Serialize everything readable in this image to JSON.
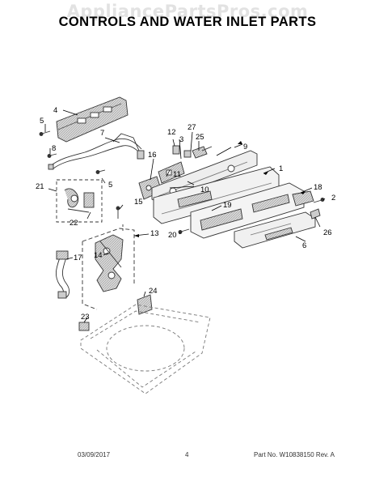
{
  "watermark": "AppliancePartsPros.com",
  "title": "CONTROLS AND WATER INLET PARTS",
  "footer": {
    "date": "03/09/2017",
    "page": "4",
    "part_number": "Part No. W10838150  Rev. A"
  },
  "callouts": [
    "1",
    "2",
    "3",
    "4",
    "5",
    "5",
    "6",
    "7",
    "8",
    "9",
    "10",
    "11",
    "12",
    "13",
    "14",
    "15",
    "16",
    "17",
    "18",
    "19",
    "20",
    "21",
    "22",
    "23",
    "24",
    "25",
    "26",
    "27"
  ]
}
